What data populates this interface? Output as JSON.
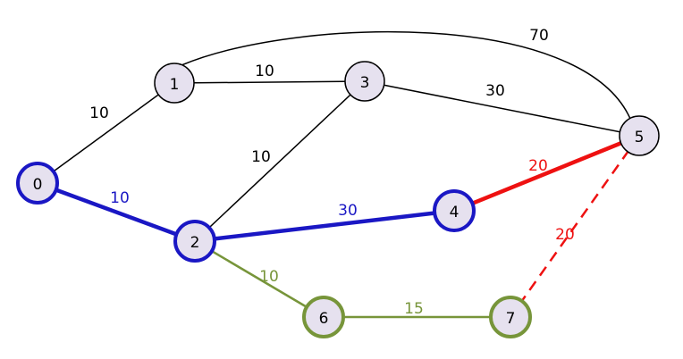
{
  "colors": {
    "node_fill": "#e6e1ef",
    "default_stroke": "#000000",
    "blue": "#1a17c4",
    "red": "#ee1111",
    "green": "#77953a"
  },
  "nodes": [
    {
      "id": "0",
      "label": "0",
      "style": "blue"
    },
    {
      "id": "1",
      "label": "1",
      "style": "default"
    },
    {
      "id": "2",
      "label": "2",
      "style": "blue"
    },
    {
      "id": "3",
      "label": "3",
      "style": "default"
    },
    {
      "id": "4",
      "label": "4",
      "style": "blue"
    },
    {
      "id": "5",
      "label": "5",
      "style": "default"
    },
    {
      "id": "6",
      "label": "6",
      "style": "green"
    },
    {
      "id": "7",
      "label": "7",
      "style": "green"
    }
  ],
  "edges": [
    {
      "from": "0",
      "to": "1",
      "weight": "10",
      "style": "default"
    },
    {
      "from": "1",
      "to": "3",
      "weight": "10",
      "style": "default"
    },
    {
      "from": "1",
      "to": "5",
      "weight": "70",
      "style": "default"
    },
    {
      "from": "3",
      "to": "5",
      "weight": "30",
      "style": "default"
    },
    {
      "from": "3",
      "to": "2",
      "weight": "10",
      "style": "default"
    },
    {
      "from": "0",
      "to": "2",
      "weight": "10",
      "style": "blue"
    },
    {
      "from": "2",
      "to": "4",
      "weight": "30",
      "style": "blue"
    },
    {
      "from": "4",
      "to": "5",
      "weight": "20",
      "style": "red"
    },
    {
      "from": "5",
      "to": "7",
      "weight": "20",
      "style": "red-dashed"
    },
    {
      "from": "2",
      "to": "6",
      "weight": "10",
      "style": "green"
    },
    {
      "from": "6",
      "to": "7",
      "weight": "15",
      "style": "green"
    }
  ]
}
